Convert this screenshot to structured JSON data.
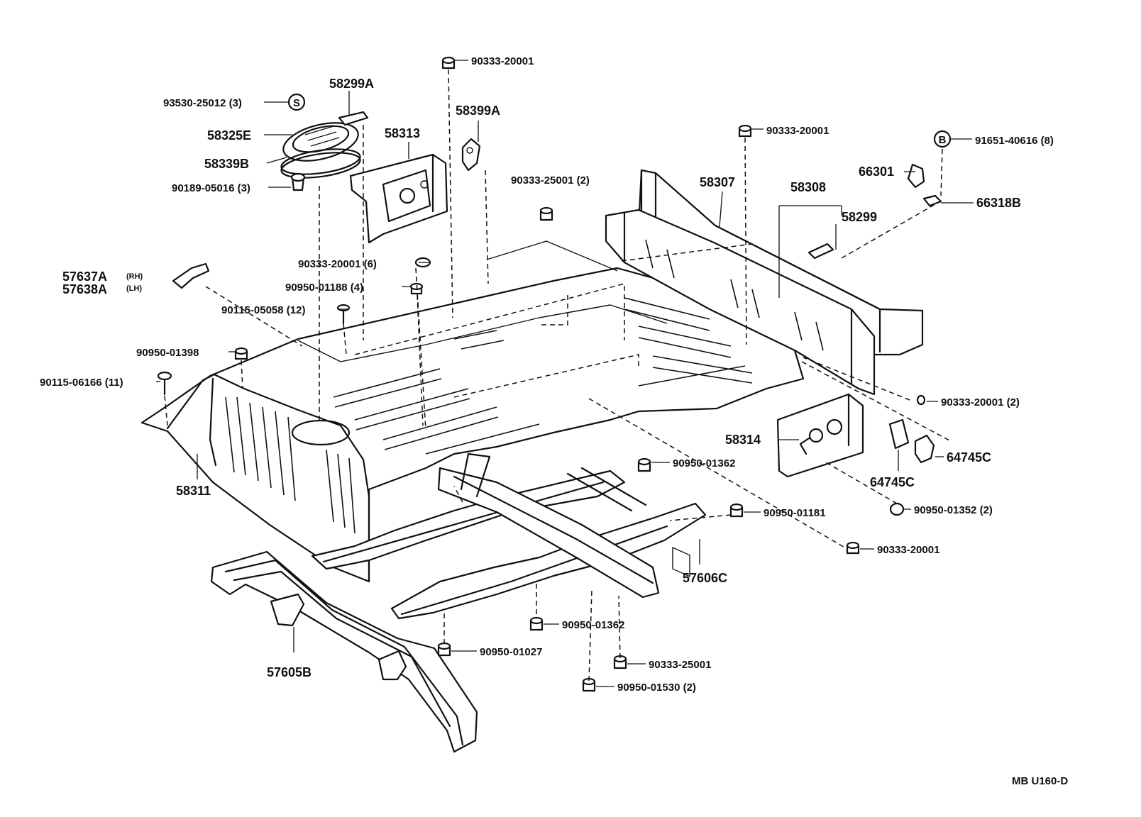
{
  "diagram_code": "MB U160-D",
  "callouts": {
    "p_90333_20001_top": "90333-20001",
    "p_58299A": "58299A",
    "p_93530_25012": "93530-25012 (3)",
    "p_symbol_s": "S",
    "p_58399A": "58399A",
    "p_58325E": "58325E",
    "p_58313": "58313",
    "p_58339B": "58339B",
    "p_90189_05016": "90189-05016 (3)",
    "p_90333_20001_mid": "90333-20001",
    "p_symbol_b": "B",
    "p_91651_40616": "91651-40616 (8)",
    "p_66301": "66301",
    "p_58307": "58307",
    "p_58308": "58308",
    "p_66318B": "66318B",
    "p_90333_25001_2": "90333-25001 (2)",
    "p_58299": "58299",
    "p_57637A": "57637A",
    "p_rh": "(RH)",
    "p_57638A": "57638A",
    "p_lh": "(LH)",
    "p_90333_20001_6": "90333-20001 (6)",
    "p_90950_01188": "90950-01188 (4)",
    "p_90115_05058": "90115-05058 (12)",
    "p_90950_01398": "90950-01398",
    "p_90115_06166": "90115-06166 (11)",
    "p_90333_20001_2": "90333-20001 (2)",
    "p_58314": "58314",
    "p_64745C_right": "64745C",
    "p_64745C_left": "64745C",
    "p_58311": "58311",
    "p_90950_01362_top": "90950-01362",
    "p_90950_01352": "90950-01352 (2)",
    "p_90950_01181": "90950-01181",
    "p_90333_20001_low": "90333-20001",
    "p_57606C": "57606C",
    "p_90950_01362_low": "90950-01362",
    "p_90950_01027": "90950-01027",
    "p_90333_25001": "90333-25001",
    "p_57605B": "57605B",
    "p_90950_01530": "90950-01530 (2)"
  }
}
